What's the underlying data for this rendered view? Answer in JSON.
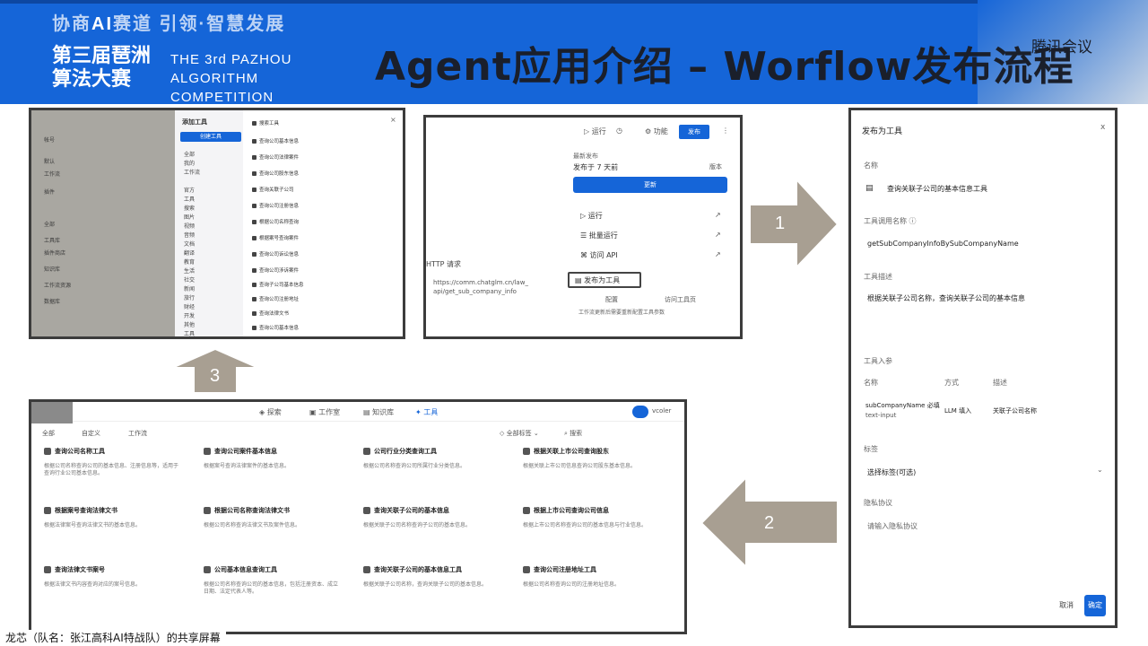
{
  "banner": {
    "brand_top_a": "协商",
    "brand_top_ai": "AI",
    "brand_top_b": "赛道 引领·智慧发展",
    "brand_cn": "第三届琶洲算法大赛",
    "brand_en_line1": "THE 3rd PAZHOU",
    "brand_en_line2": "ALGORITHM COMPETITION",
    "title": "Agent应用介绍 – Worflow发布流程",
    "tencent": "腾讯会议"
  },
  "screen1": {
    "left_items": [
      "帐号",
      "默认",
      "工作流",
      "插件",
      "全部",
      "工具库",
      "插件商店",
      "知识库",
      "工作流资源",
      "数据库"
    ],
    "panel_title": "添加工具",
    "create_button": "创建工具",
    "mid_items": [
      "全部",
      "我的",
      "工作流",
      "官方",
      "工具",
      "搜索",
      "图片",
      "视频",
      "音频",
      "文档",
      "翻译",
      "教育",
      "生活",
      "社交",
      "新闻",
      "旅行",
      "财经",
      "开发",
      "其他",
      "工具"
    ],
    "right_items": [
      "搜索工具",
      "查询公司基本信息",
      "查询公司法律案件",
      "查询公司股东信息",
      "查询关联子公司",
      "查询公司注册信息",
      "根据公司名称查询",
      "根据案号查询案件",
      "查询公司诉讼信息",
      "查询公司涉诉案件",
      "查询子公司基本信息",
      "查询公司注册地址",
      "查询法律文书",
      "查询公司基本信息"
    ]
  },
  "screen2": {
    "toolbar": [
      "运行",
      "功能",
      "发布"
    ],
    "latest_label": "最新发布",
    "latest_time": "发布于 7 天前",
    "version": "版本",
    "update_button": "更新",
    "menu": [
      "运行",
      "批量运行",
      "访问 API"
    ],
    "publish_as_tool": "发布为工具",
    "http_label": "HTTP 请求",
    "url_line1": "https://comm.chatglm.cn/law_",
    "url_line2": "api/get_sub_company_info",
    "config": "配置",
    "access_tool": "访问工具页",
    "note": "工作流更新后需要重新配置工具参数"
  },
  "screen3": {
    "title": "发布为工具",
    "close": "x",
    "name_label": "名称",
    "name_value": "查询关联子公司的基本信息工具",
    "call_name_label": "工具调用名称",
    "call_name_value": "getSubCompanyInfoBySubCompanyName",
    "desc_label": "工具描述",
    "desc_value": "根据关联子公司名称，查询关联子公司的基本信息",
    "params_label": "工具入参",
    "param_headers": [
      "名称",
      "方式",
      "描述"
    ],
    "param_name": "subCompanyName 必填",
    "param_type": "text-input",
    "param_mode": "LLM 填入",
    "param_desc": "关联子公司名称",
    "tag_label": "标签",
    "tag_placeholder": "选择标签(可选)",
    "privacy_label": "隐私协议",
    "privacy_placeholder": "请输入隐私协议",
    "cancel": "取消",
    "confirm": "确定"
  },
  "screen4": {
    "nav": [
      "探索",
      "工作室",
      "知识库",
      "工具"
    ],
    "user": "vcoler",
    "sub_left": [
      "全部",
      "自定义",
      "工作流"
    ],
    "sort": "全部标签",
    "search": "搜索",
    "cards": [
      {
        "title": "查询公司名称工具",
        "desc": "根据公司名称查询公司的基本信息、注册信息等，适用于查询行业公司基本信息。"
      },
      {
        "title": "查询公司案件基本信息",
        "desc": "根据案号查询法律案件的基本信息。"
      },
      {
        "title": "公司行业分类查询工具",
        "desc": "根据公司名称查询公司所属行业分类信息。"
      },
      {
        "title": "根据关联上市公司查询股东",
        "desc": "根据关联上市公司信息查询公司股东基本信息。"
      },
      {
        "title": "根据案号查询法律文书",
        "desc": "根据法律案号查询法律文书的基本信息。"
      },
      {
        "title": "根据公司名称查询法律文书",
        "desc": "根据公司名称查询法律文书及案件信息。"
      },
      {
        "title": "查询关联子公司的基本信息",
        "desc": "根据关联子公司名称查询子公司的基本信息。"
      },
      {
        "title": "根据上市公司查询公司信息",
        "desc": "根据上市公司名称查询公司的基本信息与行业信息。"
      },
      {
        "title": "查询法律文书案号",
        "desc": "根据法律文书内容查询对应的案号信息。"
      },
      {
        "title": "公司基本信息查询工具",
        "desc": "根据公司名称查询公司的基本信息，包括注册资本、成立日期、法定代表人等。"
      },
      {
        "title": "查询关联子公司的基本信息工具",
        "desc": "根据关联子公司名称，查询关联子公司的基本信息。"
      },
      {
        "title": "查询公司注册地址工具",
        "desc": "根据公司名称查询公司的注册地址信息。"
      }
    ]
  },
  "arrows": {
    "one": "1",
    "two": "2",
    "three": "3"
  },
  "caption": "龙芯（队名：张江高科AI特战队）的共享屏幕"
}
